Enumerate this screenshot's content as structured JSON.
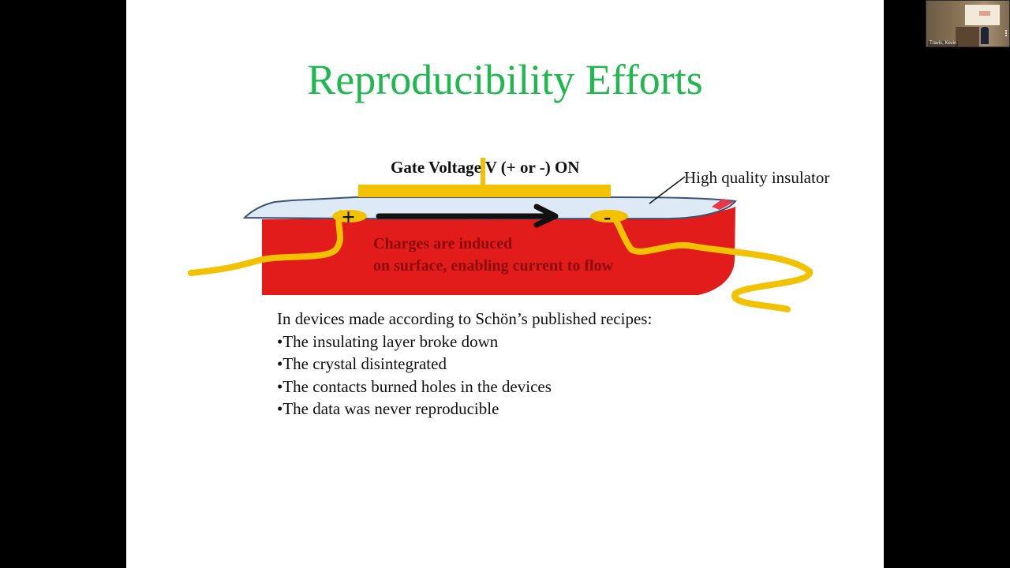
{
  "slide": {
    "title": "Reproducibility Efforts",
    "colors": {
      "title": "#1fb84f",
      "crystal": "#e21b1b",
      "insulator": "#dde9f5",
      "insulator_outline": "#3a5578",
      "gate_and_wires": "#f2c200",
      "induced_charge_text": "#8b0a0a"
    },
    "diagram": {
      "gate_label": "Gate Voltage V (+ or -) ON",
      "insulator_label": "High quality insulator",
      "plus_symbol": "+",
      "minus_symbol": "-",
      "charge_text_line1": "Charges are induced",
      "charge_text_line2": "on surface, enabling current to flow"
    },
    "intro": "In devices made according to Schön’s published recipes:",
    "bullets": [
      "•The insulating layer broke down",
      "•The crystal disintegrated",
      "•The contacts burned holes in the devices",
      "•The data was never reproducible"
    ]
  },
  "participant": {
    "name": "Travis, Kevin"
  }
}
